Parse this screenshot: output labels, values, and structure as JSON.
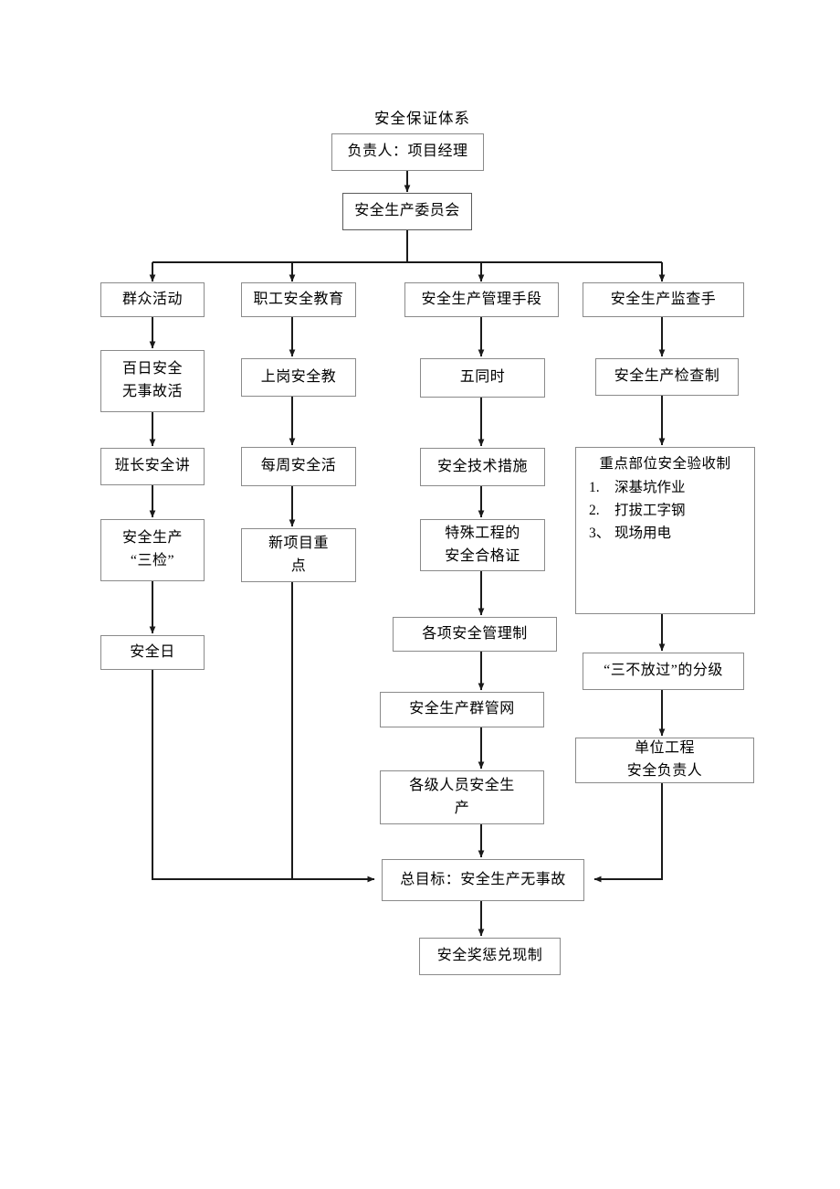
{
  "title": "安全保证体系",
  "nodes": {
    "responsible": {
      "lines": [
        "负责人：项目经理"
      ]
    },
    "committee": {
      "lines": [
        "安全生产委员会"
      ]
    },
    "col1_head": {
      "lines": [
        "群众活动"
      ]
    },
    "col2_head": {
      "lines": [
        "职工安全教育"
      ]
    },
    "col3_head": {
      "lines": [
        "安全生产管理手段"
      ]
    },
    "col4_head": {
      "lines": [
        "安全生产监查手"
      ]
    },
    "c1_1": {
      "lines": [
        "百日安全",
        "无事故活"
      ]
    },
    "c1_2": {
      "lines": [
        "班长安全讲"
      ]
    },
    "c1_3": {
      "lines": [
        "安全生产",
        "“三检”"
      ]
    },
    "c1_4": {
      "lines": [
        "安全日"
      ]
    },
    "c2_1": {
      "lines": [
        "上岗安全教"
      ]
    },
    "c2_2": {
      "lines": [
        "每周安全活"
      ]
    },
    "c2_3": {
      "lines": [
        "新项目重",
        "点"
      ]
    },
    "c3_1": {
      "lines": [
        "五同时"
      ]
    },
    "c3_2": {
      "lines": [
        "安全技术措施"
      ]
    },
    "c3_3": {
      "lines": [
        "特殊工程的",
        "安全合格证"
      ]
    },
    "c3_4": {
      "lines": [
        "各项安全管理制"
      ]
    },
    "c3_5": {
      "lines": [
        "安全生产群管网"
      ]
    },
    "c3_6": {
      "lines": [
        "各级人员安全生",
        "产"
      ]
    },
    "c4_1": {
      "lines": [
        "安全生产检查制"
      ]
    },
    "c4_3": {
      "lines": [
        "“三不放过”的分级"
      ]
    },
    "c4_4": {
      "lines": [
        "单位工程",
        "安全负责人"
      ]
    },
    "goal": {
      "lines": [
        "总目标：安全生产无事故"
      ]
    },
    "reward": {
      "lines": [
        "安全奖惩兑现制"
      ]
    }
  },
  "key_points_box": {
    "heading": "重点部位安全验收制",
    "items": [
      {
        "num": "1.",
        "text": "深基坑作业"
      },
      {
        "num": "2.",
        "text": "打拔工字钢"
      },
      {
        "num": "3、",
        "text": "现场用电"
      }
    ]
  },
  "colors": {
    "box_border": "#8a8a8a",
    "box_border_strong": "#5a5a5a",
    "connector": "#1a1a1a",
    "background": "#ffffff",
    "text": "#000000"
  }
}
